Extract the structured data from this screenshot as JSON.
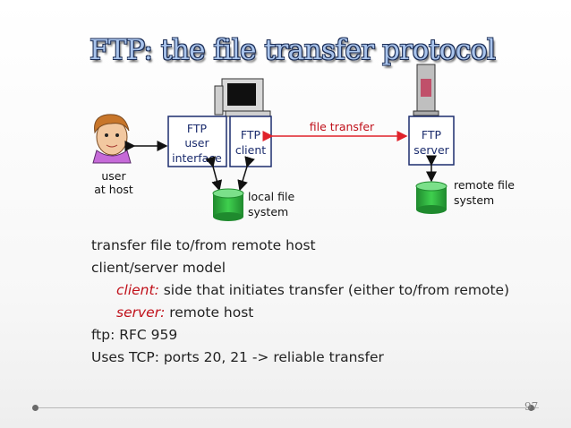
{
  "title": "FTP: the file transfer protocol",
  "diagram": {
    "user_label_1": "user",
    "user_label_2": "at host",
    "ftp_ui_1": "FTP",
    "ftp_ui_2": "user",
    "ftp_ui_3": "interface",
    "ftp_client_1": "FTP",
    "ftp_client_2": "client",
    "file_transfer": "file transfer",
    "ftp_server_1": "FTP",
    "ftp_server_2": "server",
    "local_fs_1": "local file",
    "local_fs_2": "system",
    "remote_fs_1": "remote file",
    "remote_fs_2": "system"
  },
  "bullets": {
    "b1": "transfer file to/from remote host",
    "b2": "client/server model",
    "b3_term": "client:",
    "b3_text": " side that initiates transfer (either to/from remote)",
    "b4_term": "server:",
    "b4_text": " remote host",
    "b5": "ftp: RFC 959",
    "b6": "Uses TCP: ports 20, 21 -> reliable transfer"
  },
  "footer": {
    "page_number": "97"
  },
  "colors": {
    "accent": "#c0101a",
    "title": "#a9c4ec",
    "box_border": "#1c2d6e",
    "db": "#2eaa3c"
  }
}
